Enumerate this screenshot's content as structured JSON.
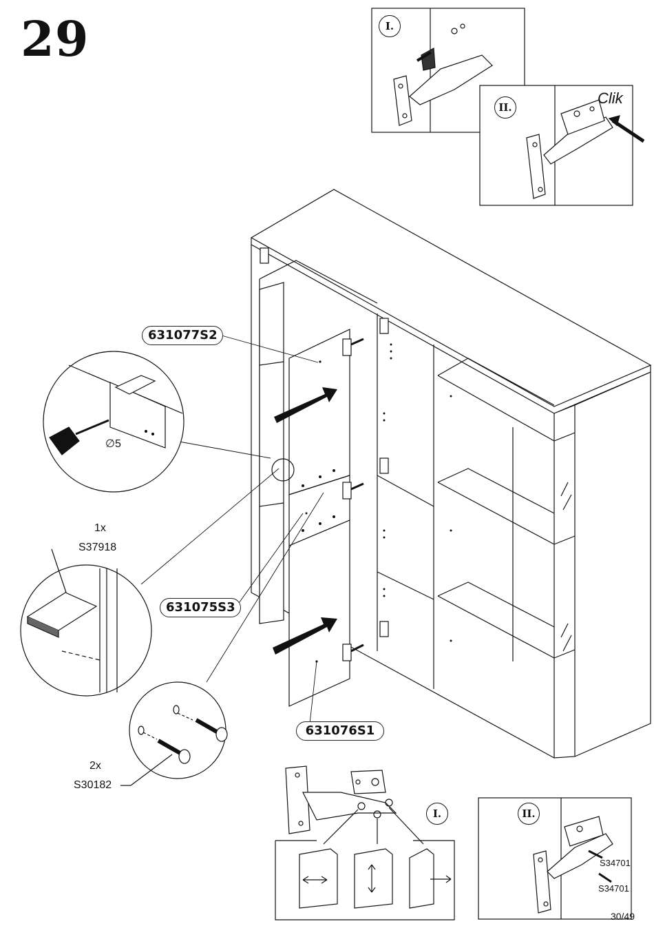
{
  "step": {
    "number": "29"
  },
  "parts": {
    "top_door": "631077S2",
    "middle_door": "631075S3",
    "bottom_door": "631076S1"
  },
  "drill": {
    "diameter": "∅5"
  },
  "hardware": {
    "bumper": {
      "qty": "1x",
      "code": "S37918"
    },
    "screws": {
      "qty": "2x",
      "code": "S30182"
    },
    "hinge_screw_a": "S34701",
    "hinge_screw_b": "S34701"
  },
  "insets": {
    "top_step1": "I.",
    "top_step2": "II.",
    "click_text": "Clik",
    "bottom_step1": "I.",
    "bottom_step2": "II."
  },
  "page": {
    "number": "30/49"
  }
}
